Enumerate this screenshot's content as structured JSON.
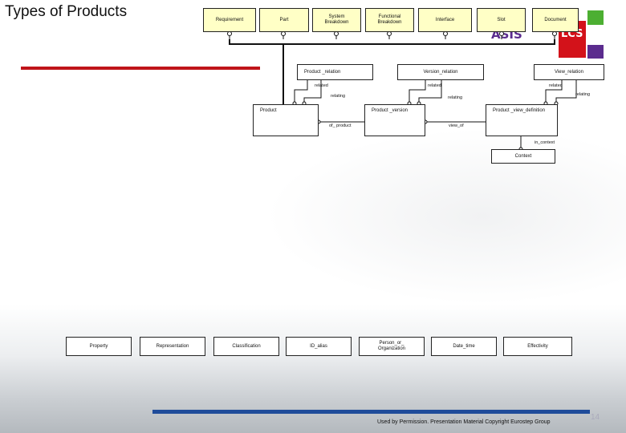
{
  "slide": {
    "title": "Types of Products",
    "footer": "Used by Permission. Presentation Material Copyright Eurostep Group",
    "page_number": "14"
  },
  "logo": {
    "text_left": "ASIS",
    "text_right": "LCS",
    "colors": {
      "green": "#4caf32",
      "red": "#d3121a",
      "purple": "#5b2c8e"
    }
  },
  "diagram": {
    "top_entities": [
      "Requirement",
      "Part",
      "System\nBreakdown",
      "Functional\nBreakdown",
      "Interface",
      "Slot",
      "Document"
    ],
    "relations": {
      "product_relation": "Product _relation",
      "version_relation": "Version_relation",
      "view_relation": "View_relation"
    },
    "core": {
      "product": "Product",
      "product_version": "Product _version",
      "product_view_definition": "Product _view_definition",
      "context": "Context"
    },
    "attr_labels": {
      "related_1": "related",
      "relating_1": "relating",
      "related_2": "related",
      "relating_2": "relating",
      "related_3": "related",
      "relating_3": "relating",
      "of_product": "of_ product",
      "view_of": "view_of",
      "in_context": "in_context"
    },
    "bottom_entities": [
      "Property",
      "Representation",
      "Classification",
      "ID_alias",
      "Person_or_\nOrganization",
      "Date_time",
      "Effectivity"
    ]
  }
}
